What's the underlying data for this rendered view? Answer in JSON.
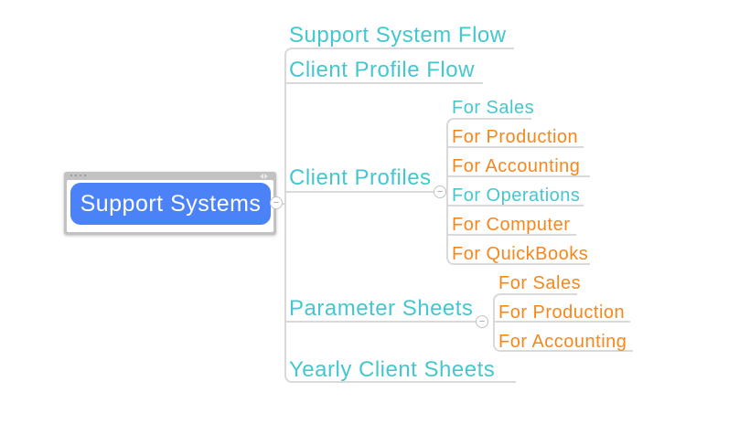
{
  "colors": {
    "teal": "#44C7CE",
    "orange": "#F6871D",
    "node_blue": "#4C82F7",
    "node_text": "#FFFFFF",
    "line": "#D9D9D9",
    "chrome": "#C2C2C2"
  },
  "root": {
    "label": "Support Systems"
  },
  "controls": {
    "collapse_glyph": "−"
  },
  "branches": [
    {
      "label": "Support System Flow",
      "color": "teal"
    },
    {
      "label": "Client Profile Flow",
      "color": "teal"
    },
    {
      "label": "Client Profiles",
      "color": "teal",
      "children": [
        {
          "label": "For Sales",
          "color": "teal"
        },
        {
          "label": "For Production",
          "color": "orange"
        },
        {
          "label": "For Accounting",
          "color": "orange"
        },
        {
          "label": "For Operations",
          "color": "teal"
        },
        {
          "label": "For Computer",
          "color": "orange"
        },
        {
          "label": "For QuickBooks",
          "color": "orange"
        }
      ]
    },
    {
      "label": "Parameter Sheets",
      "color": "teal",
      "children": [
        {
          "label": "For Sales",
          "color": "orange"
        },
        {
          "label": "For Production",
          "color": "orange"
        },
        {
          "label": "For Accounting",
          "color": "orange"
        }
      ]
    },
    {
      "label": "Yearly Client Sheets",
      "color": "teal"
    }
  ]
}
